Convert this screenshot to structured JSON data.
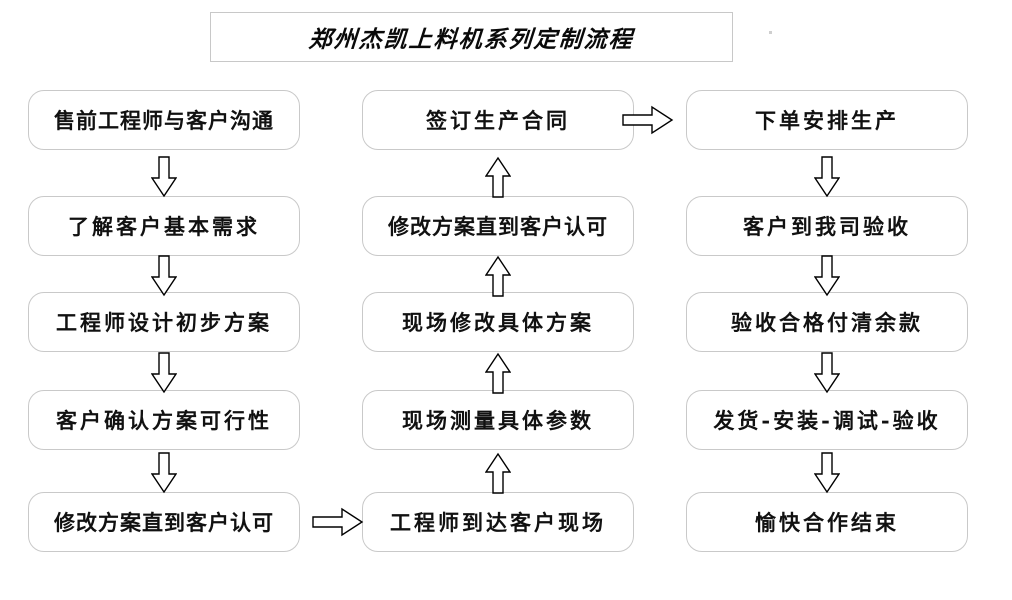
{
  "title": {
    "text": "郑州杰凯上料机系列定制流程"
  },
  "columns": {
    "left": {
      "name": "pre-sales-column",
      "direction": "top-to-bottom",
      "nodes": [
        {
          "id": "l1",
          "label": "售前工程师与客户沟通"
        },
        {
          "id": "l2",
          "label": "了解客户基本需求"
        },
        {
          "id": "l3",
          "label": "工程师设计初步方案"
        },
        {
          "id": "l4",
          "label": "客户确认方案可行性"
        },
        {
          "id": "l5",
          "label": "修改方案直到客户认可"
        }
      ]
    },
    "middle": {
      "name": "on-site-column",
      "direction": "bottom-to-top",
      "nodes": [
        {
          "id": "m1",
          "label": "签订生产合同"
        },
        {
          "id": "m2",
          "label": "修改方案直到客户认可"
        },
        {
          "id": "m3",
          "label": "现场修改具体方案"
        },
        {
          "id": "m4",
          "label": "现场测量具体参数"
        },
        {
          "id": "m5",
          "label": "工程师到达客户现场"
        }
      ]
    },
    "right": {
      "name": "production-column",
      "direction": "top-to-bottom",
      "nodes": [
        {
          "id": "r1",
          "label": "下单安排生产"
        },
        {
          "id": "r2",
          "label": "客户到我司验收"
        },
        {
          "id": "r3",
          "label": "验收合格付清余款"
        },
        {
          "id": "r4",
          "label": "发货-安装-调试-验收"
        },
        {
          "id": "r5",
          "label": "愉快合作结束"
        }
      ]
    }
  },
  "connectors": [
    {
      "name": "left-1-to-2",
      "icon": "arrow-down-icon",
      "direction": "down"
    },
    {
      "name": "left-2-to-3",
      "icon": "arrow-down-icon",
      "direction": "down"
    },
    {
      "name": "left-3-to-4",
      "icon": "arrow-down-icon",
      "direction": "down"
    },
    {
      "name": "left-4-to-5",
      "icon": "arrow-down-icon",
      "direction": "down"
    },
    {
      "name": "left-to-middle",
      "icon": "arrow-right-icon",
      "direction": "right"
    },
    {
      "name": "middle-5-to-4",
      "icon": "arrow-up-icon",
      "direction": "up"
    },
    {
      "name": "middle-4-to-3",
      "icon": "arrow-up-icon",
      "direction": "up"
    },
    {
      "name": "middle-3-to-2",
      "icon": "arrow-up-icon",
      "direction": "up"
    },
    {
      "name": "middle-2-to-1",
      "icon": "arrow-up-icon",
      "direction": "up"
    },
    {
      "name": "middle-to-right",
      "icon": "arrow-right-icon",
      "direction": "right"
    },
    {
      "name": "right-1-to-2",
      "icon": "arrow-down-icon",
      "direction": "down"
    },
    {
      "name": "right-2-to-3",
      "icon": "arrow-down-icon",
      "direction": "down"
    },
    {
      "name": "right-3-to-4",
      "icon": "arrow-down-icon",
      "direction": "down"
    },
    {
      "name": "right-4-to-5",
      "icon": "arrow-down-icon",
      "direction": "down"
    }
  ],
  "colors": {
    "background": "#ffffff",
    "node_border": "#c9c9c9",
    "title_border": "#c8c8c8",
    "text": "#111111",
    "arrow_stroke": "#000000",
    "arrow_fill": "#ffffff"
  }
}
